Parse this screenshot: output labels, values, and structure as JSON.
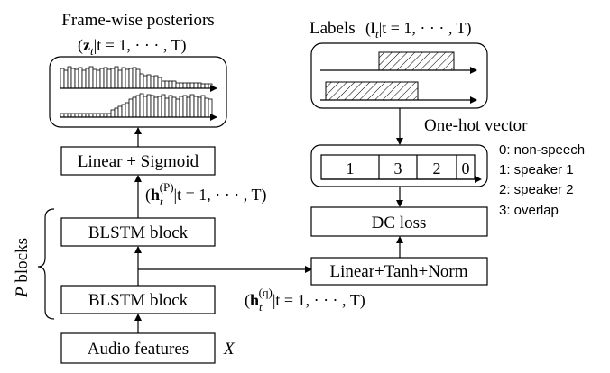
{
  "blocks": {
    "audio_features": "Audio features",
    "blstm_bottom": "BLSTM block",
    "blstm_top": "BLSTM block",
    "linear_sigmoid": "Linear + Sigmoid",
    "linear_tanh_norm": "Linear+Tanh+Norm",
    "dc_loss": "DC loss"
  },
  "labels": {
    "input_symbol": "X",
    "p_blocks_var": "P",
    "p_blocks_word": " blocks",
    "frame_posteriors_title": "Frame-wise posteriors",
    "labels_title": "Labels",
    "one_hot_title": "One-hot vector"
  },
  "one_hot_cells": [
    "1",
    "3",
    "2",
    "0"
  ],
  "legend": [
    "0: non-speech",
    "1: speaker 1",
    "2: speaker 2",
    "3: overlap"
  ],
  "math": {
    "z_open": "(",
    "z_bold": "z",
    "z_sub": "t",
    "z_rest": "|t = 1, · · · , T)",
    "l_open": "(",
    "l_bold": "l",
    "l_sub": "t",
    "l_rest": "|t = 1, · · · , T)",
    "hp_open": "(",
    "hp_bold": "h",
    "hp_sub": "t",
    "hp_sup": "(P)",
    "hp_rest": "|t = 1, · · · , T)",
    "hq_open": "(",
    "hq_bold": "h",
    "hq_sub": "t",
    "hq_sup": "(q)",
    "hq_rest": "|t = 1, · · · , T)"
  }
}
